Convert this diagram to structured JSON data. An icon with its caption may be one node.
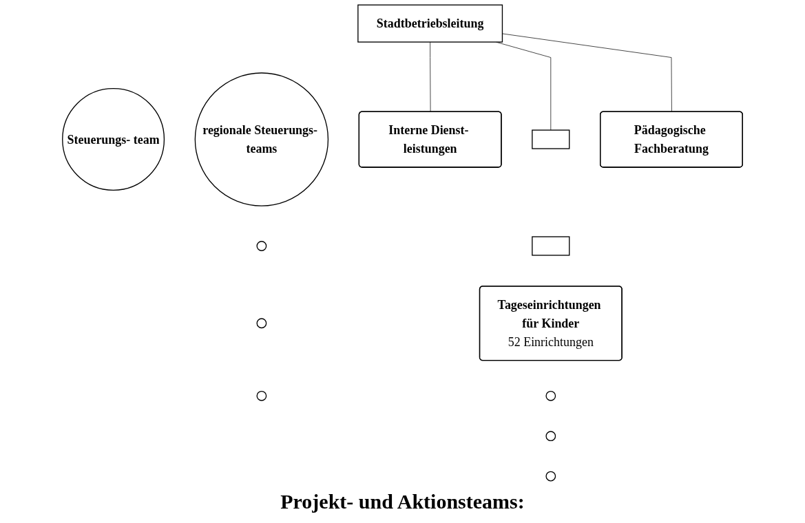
{
  "diagram": {
    "nodes": [
      {
        "text": [
          "Stadtbetriebsleitung"
        ]
      },
      {
        "text": [
          "Steuerungs- team"
        ]
      },
      {
        "text": [
          "regionale Steuerungs- teams"
        ]
      },
      {
        "text": [],
        "shape": "circle"
      },
      {
        "text": [],
        "shape": "circle"
      },
      {
        "text": [],
        "shape": "circle"
      },
      {
        "text": [
          "Interne Dienst- leistungen"
        ]
      },
      {
        "text": [],
        "shape": "box"
      },
      {
        "text": [],
        "shape": "box"
      },
      {
        "text": [
          "Tageseinrichtungen für Kinder",
          "52 Einrichtungen"
        ]
      },
      {
        "text": [
          "Pädagogische Fachberatung"
        ]
      },
      {
        "text": [],
        "shape": "circle"
      },
      {
        "text": [],
        "shape": "circle"
      },
      {
        "text": [],
        "shape": "circle"
      }
    ],
    "edges": [
      {
        "from": 0,
        "to": 6,
        "arrow": "none"
      },
      {
        "from": 0,
        "to": 7,
        "arrow": "none"
      },
      {
        "from": 0,
        "to": 10,
        "arrow": "none"
      }
    ],
    "labels": [
      "Projekt- und Aktionsteams:"
    ]
  }
}
